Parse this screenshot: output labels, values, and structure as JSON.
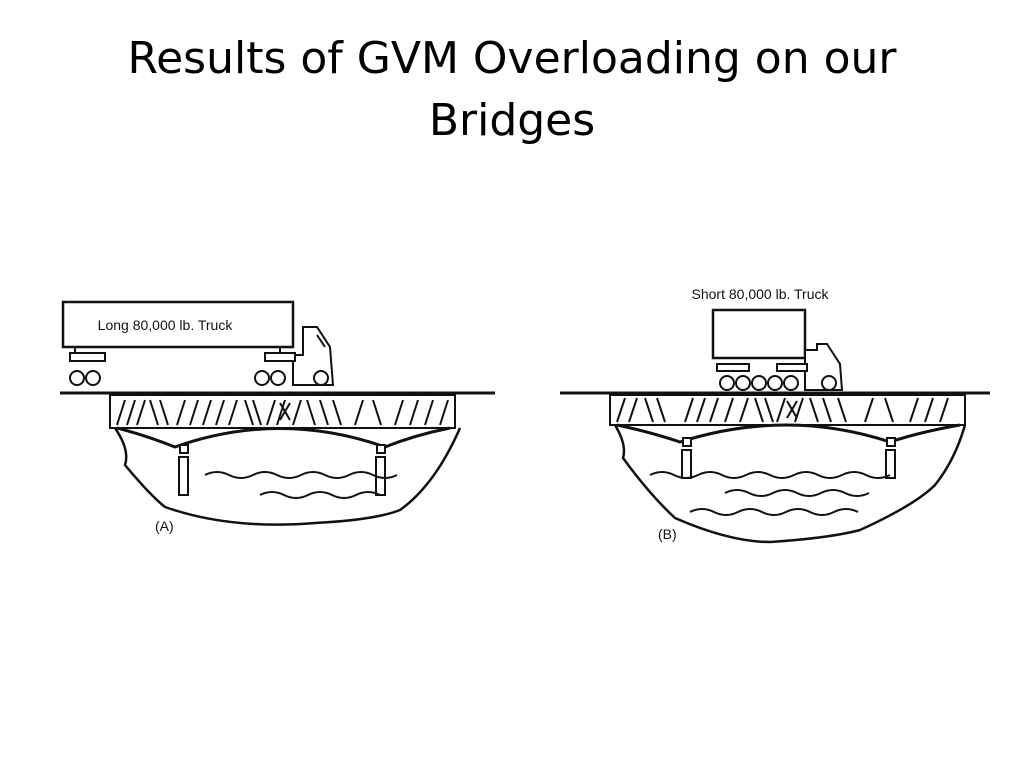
{
  "slide": {
    "title_line1": "Results of GVM Overloading on our",
    "title_line2": "Bridges"
  },
  "diagram_a": {
    "truck_label": "Long 80,000 lb. Truck",
    "caption": "(A)"
  },
  "diagram_b": {
    "truck_label": "Short 80,000 lb. Truck",
    "caption": "(B)"
  }
}
